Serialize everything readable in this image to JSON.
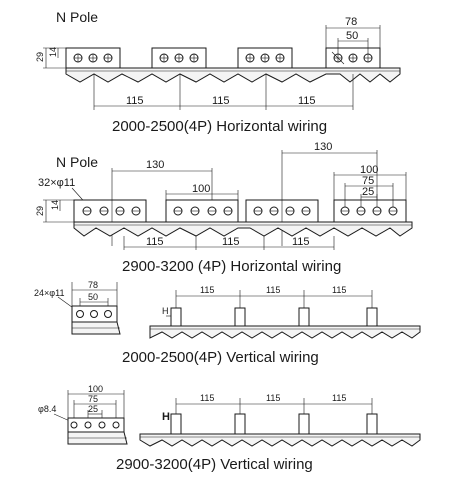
{
  "section1": {
    "pole_label": "N Pole",
    "dim_width": "78",
    "dim_pitch": "50",
    "dim_height": "29",
    "dim_height_small": "14",
    "spacing": "115",
    "caption": "2000-2500(4P)   Horizontal wiring"
  },
  "section2": {
    "pole_label": "N Pole",
    "hole_spec": "32×φ11",
    "dim_offset_a": "130",
    "dim_offset_b": "130",
    "dim_width": "100",
    "dim_width_right": "100",
    "dim_pitch_a": "75",
    "dim_pitch_b": "25",
    "dim_height": "29",
    "dim_height_small": "14",
    "spacing": "115",
    "caption": "2900-3200  (4P)  Horizontal wiring"
  },
  "section3": {
    "hole_spec": "24×φ11",
    "dim_width": "78",
    "dim_pitch": "50",
    "dim_h": "H",
    "spacing": "115",
    "caption": "2000-2500(4P)  Vertical wiring"
  },
  "section4": {
    "hole_spec": "φ8.4",
    "dim_width": "100",
    "dim_pitch_a": "75",
    "dim_pitch_b": "25",
    "dim_h": "H",
    "spacing": "115",
    "caption": "2900-3200(4P)  Vertical wiring"
  }
}
